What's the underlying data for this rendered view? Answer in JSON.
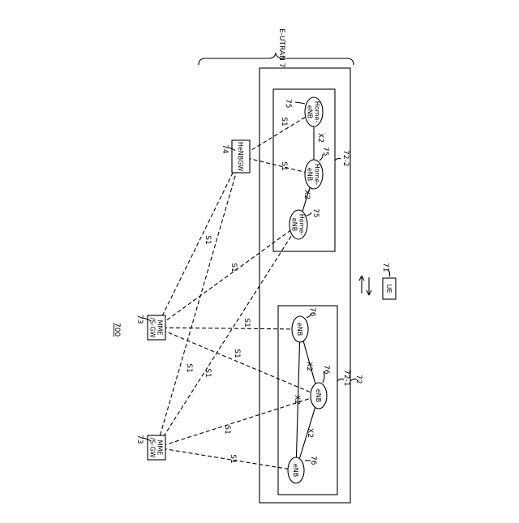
{
  "figure": {
    "system_ref": "700",
    "eutran_label": "E-UTRAN 70",
    "ref_72": "72",
    "ref_72_1": "72-1",
    "ref_72_2": "72-2"
  },
  "nodes": [
    {
      "id": "mme_a",
      "label": "MME\n/S-GW",
      "ref": "73"
    },
    {
      "id": "mme_b",
      "label": "MME\n/S-GW",
      "ref": "73"
    },
    {
      "id": "henbgw",
      "label": "HeNBGW",
      "ref": "74"
    },
    {
      "id": "henb_1",
      "label": "Home-\neNB",
      "ref": "75"
    },
    {
      "id": "henb_2",
      "label": "Home-\neNB",
      "ref": "75"
    },
    {
      "id": "henb_3",
      "label": "Home-\neNB",
      "ref": "75"
    },
    {
      "id": "enb_1",
      "label": "eNB",
      "ref": "76"
    },
    {
      "id": "enb_2",
      "label": "eNB",
      "ref": "76"
    },
    {
      "id": "enb_3",
      "label": "eNB",
      "ref": "76"
    },
    {
      "id": "ue",
      "label": "UE",
      "ref": "71"
    }
  ],
  "edges": [
    {
      "id": "henb_1-henb_2",
      "label": "X2",
      "style": "solid"
    },
    {
      "id": "henb_2-henb_3",
      "label": "X2",
      "style": "solid"
    },
    {
      "id": "enb_1-enb_2",
      "label": "X2",
      "style": "solid"
    },
    {
      "id": "enb_2-enb_3",
      "label": "X2",
      "style": "solid"
    },
    {
      "id": "enb_1-enb_3",
      "label": "X2",
      "style": "solid"
    },
    {
      "id": "henbgw-henb_1",
      "label": "S1",
      "style": "dashed"
    },
    {
      "id": "henbgw-henb_2",
      "label": "S1",
      "style": "dashed"
    },
    {
      "id": "mme_a-henbgw",
      "label": "S1",
      "style": "dashed"
    },
    {
      "id": "mme_b-henbgw",
      "label": "S1",
      "style": "dashed"
    },
    {
      "id": "mme_a-henb_3",
      "label": "S1",
      "style": "dashed"
    },
    {
      "id": "mme_b-henb_3",
      "label": "S1",
      "style": "dashed"
    },
    {
      "id": "mme_a-enb_1",
      "label": "S1",
      "style": "dashed"
    },
    {
      "id": "mme_a-enb_2",
      "label": "S1",
      "style": "dashed"
    },
    {
      "id": "mme_b-enb_2",
      "label": "S1",
      "style": "dashed"
    },
    {
      "id": "mme_b-enb_3",
      "label": "S1",
      "style": "dashed"
    },
    {
      "id": "enb_2-ue",
      "label": "",
      "style": "arrows"
    }
  ]
}
